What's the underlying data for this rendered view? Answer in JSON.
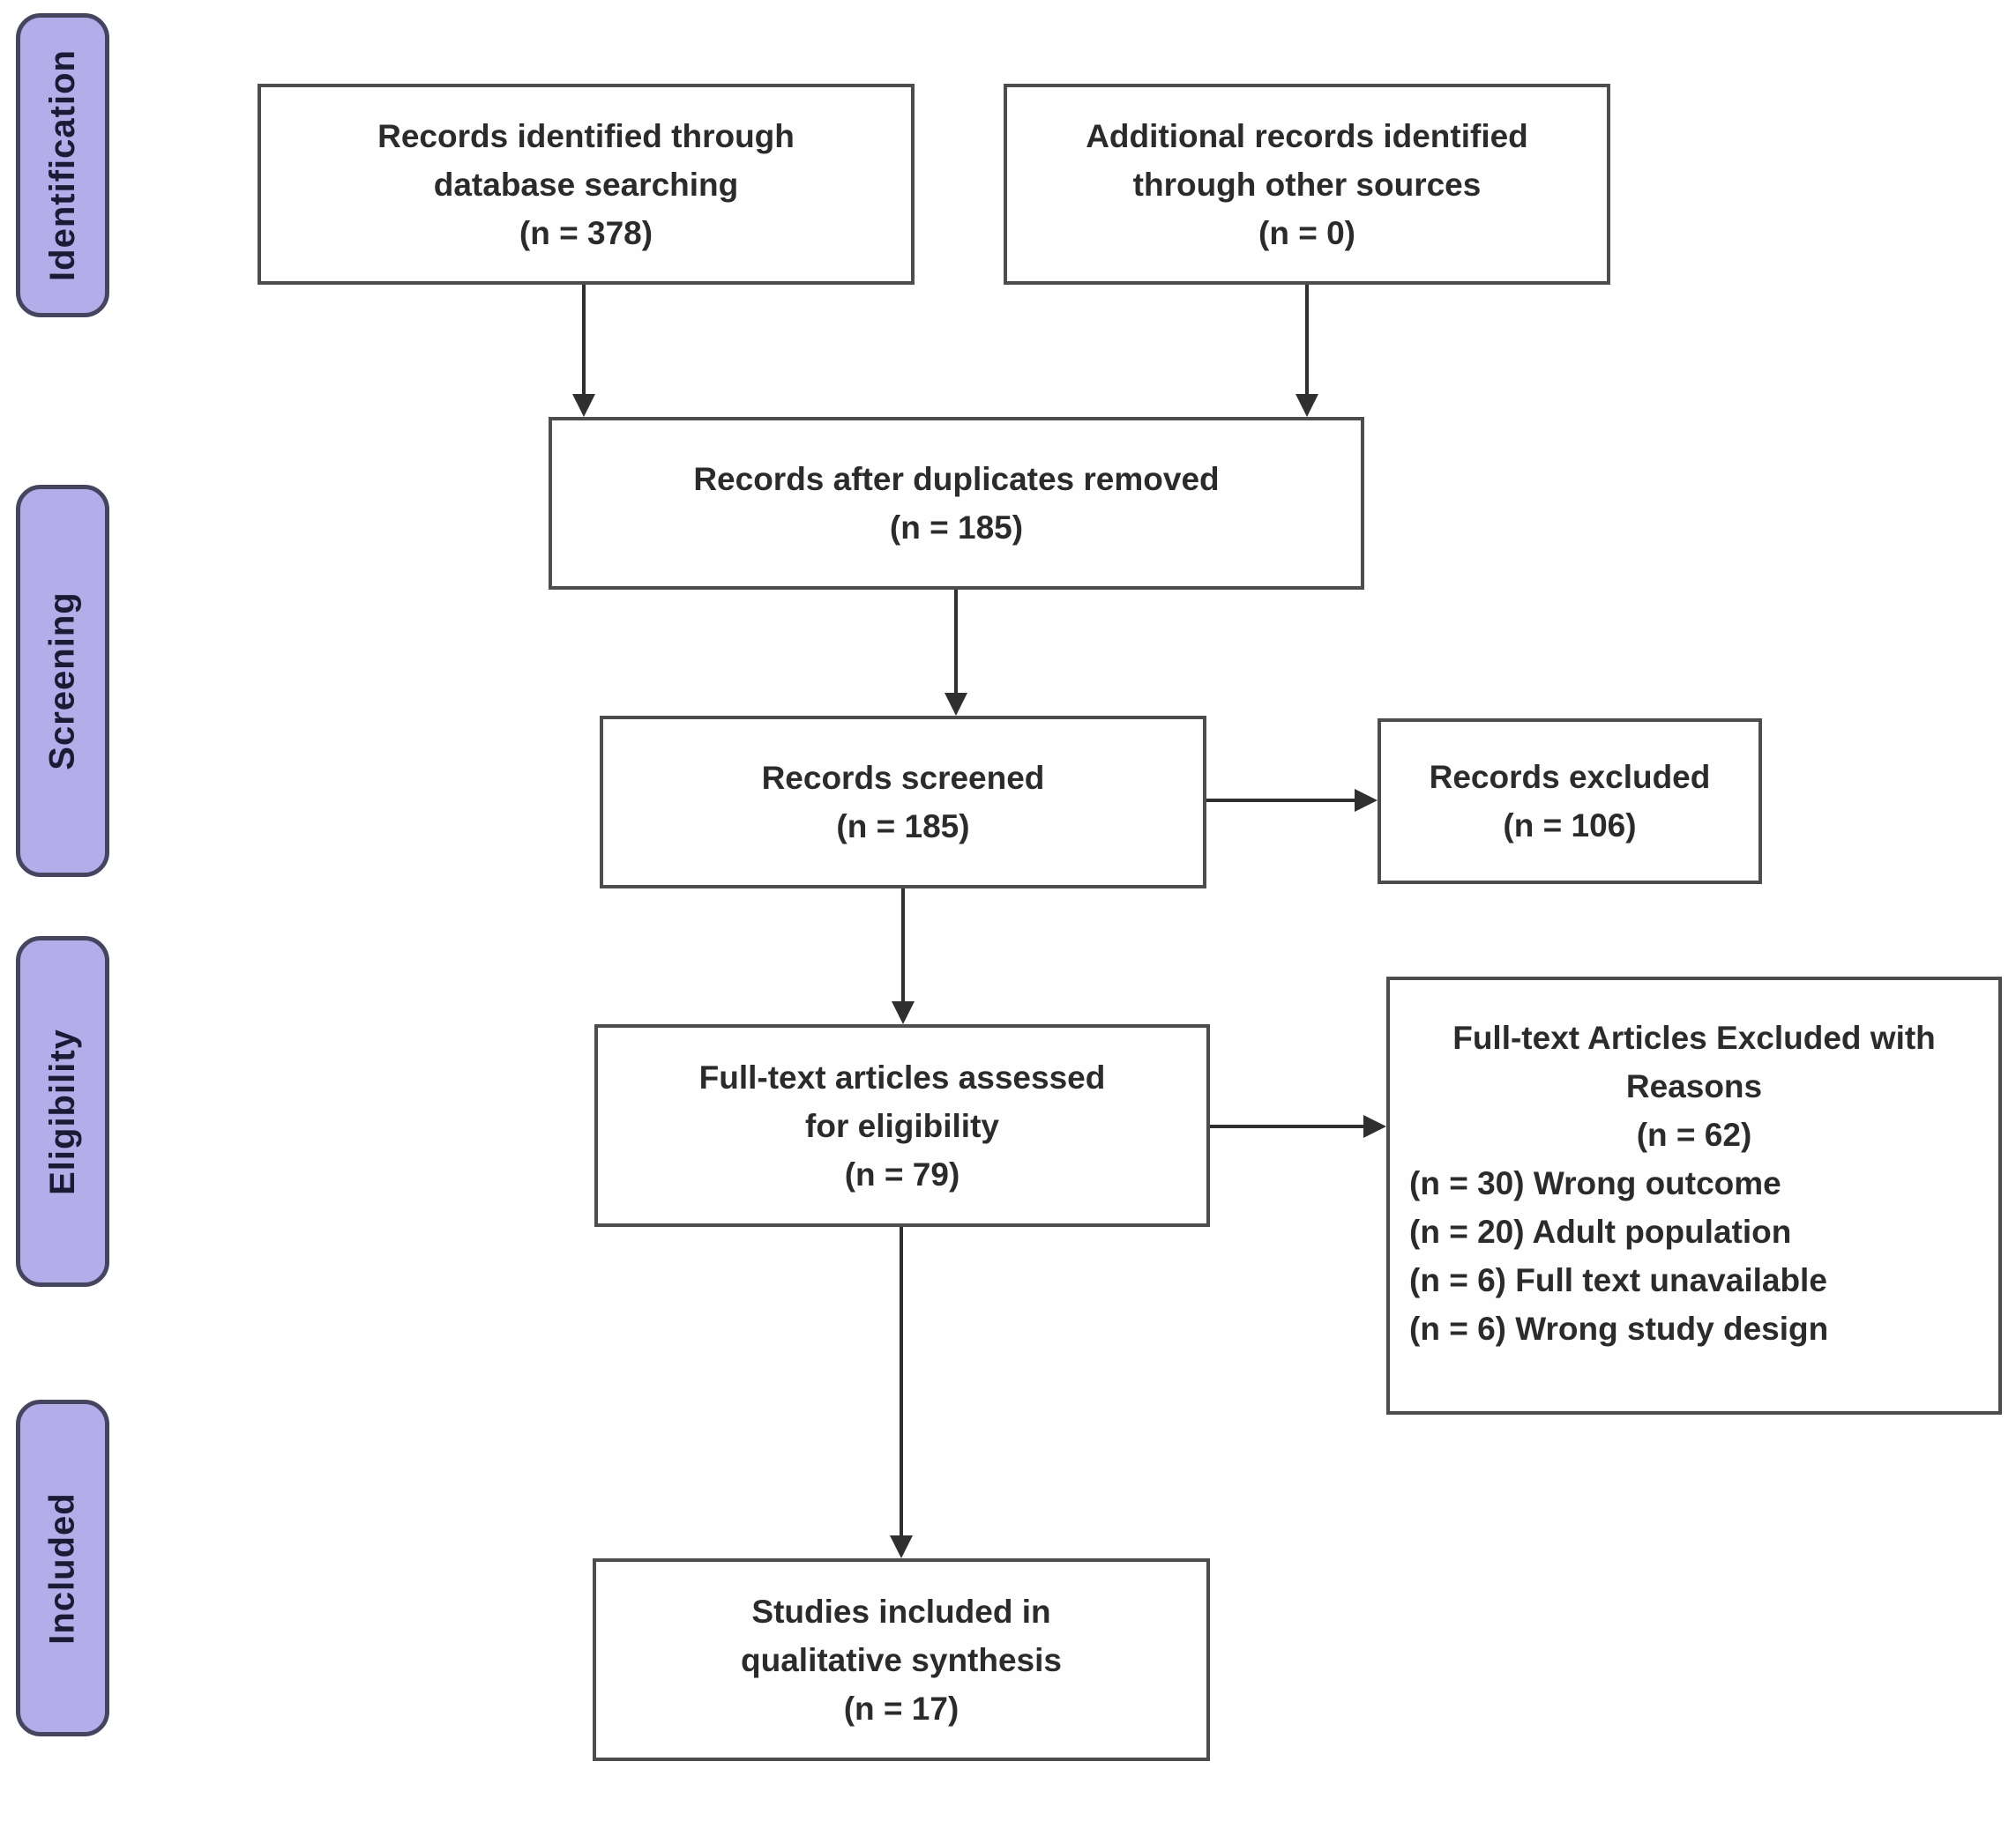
{
  "diagram_type": "PRISMA flow diagram",
  "colors": {
    "stage_fill": "#b5adea",
    "stage_border": "#45455f",
    "stage_text": "#1b1b35",
    "box_background": "#fefefe",
    "box_border": "#4d4d4d",
    "box_text": "#2b2b2b",
    "arrow": "#2f2f2f"
  },
  "stages": [
    {
      "label": "Identification"
    },
    {
      "label": "Screening"
    },
    {
      "label": "Eligibility"
    },
    {
      "label": "Included"
    }
  ],
  "boxes": {
    "records_identified": {
      "n": 378,
      "lines": [
        "Records identified through",
        "database searching",
        "(n = 378)"
      ]
    },
    "additional_records": {
      "n": 0,
      "lines": [
        "Additional records identified",
        "through other sources",
        "(n = 0)"
      ]
    },
    "after_duplicates": {
      "n": 185,
      "lines": [
        "Records after duplicates removed",
        "(n = 185)"
      ]
    },
    "records_screened": {
      "n": 185,
      "lines": [
        "Records screened",
        "(n = 185)"
      ]
    },
    "records_excluded": {
      "n": 106,
      "lines": [
        "Records excluded",
        "(n = 106)"
      ]
    },
    "fulltext_assessed": {
      "n": 79,
      "lines": [
        "Full-text articles assessed",
        "for eligibility",
        "(n = 79)"
      ]
    },
    "fulltext_excluded": {
      "n": 62,
      "heading_lines": [
        "Full-text Articles Excluded with",
        "Reasons",
        "(n = 62)"
      ],
      "reasons": [
        "(n = 30) Wrong outcome",
        "(n = 20) Adult population",
        "(n = 6) Full text unavailable",
        "(n = 6) Wrong study design"
      ]
    },
    "studies_included": {
      "n": 17,
      "lines": [
        "Studies included in",
        "qualitative synthesis",
        "(n = 17)"
      ]
    }
  }
}
